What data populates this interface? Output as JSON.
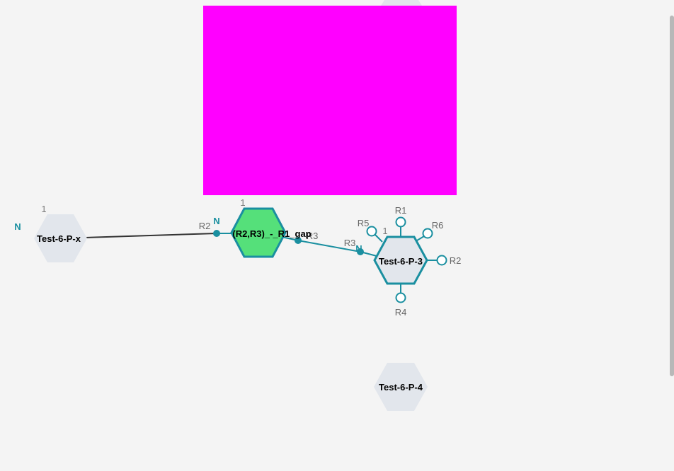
{
  "colors": {
    "background": "#f4f4f4",
    "overlay": "#ff00ff",
    "teal": "#1a8fa0",
    "green_fill": "#55e07a",
    "light_hex": "#e2e6ec",
    "bond_dark": "#333333"
  },
  "monomers": {
    "p_x": {
      "name": "Test-6-P-x",
      "number": "1",
      "n_label": "N"
    },
    "gap": {
      "name": "(R2,R3)_-_R1_gap",
      "number": "1",
      "r2": "R2",
      "n_label": "N",
      "r3": "R3"
    },
    "p3": {
      "name": "Test-6-P-3",
      "number": "1",
      "r1": "R1",
      "r2": "R2",
      "r3": "R3",
      "r4": "R4",
      "r5": "R5",
      "r6": "R6",
      "n_label": "N"
    },
    "p4": {
      "name": "Test-6-P-4"
    }
  }
}
